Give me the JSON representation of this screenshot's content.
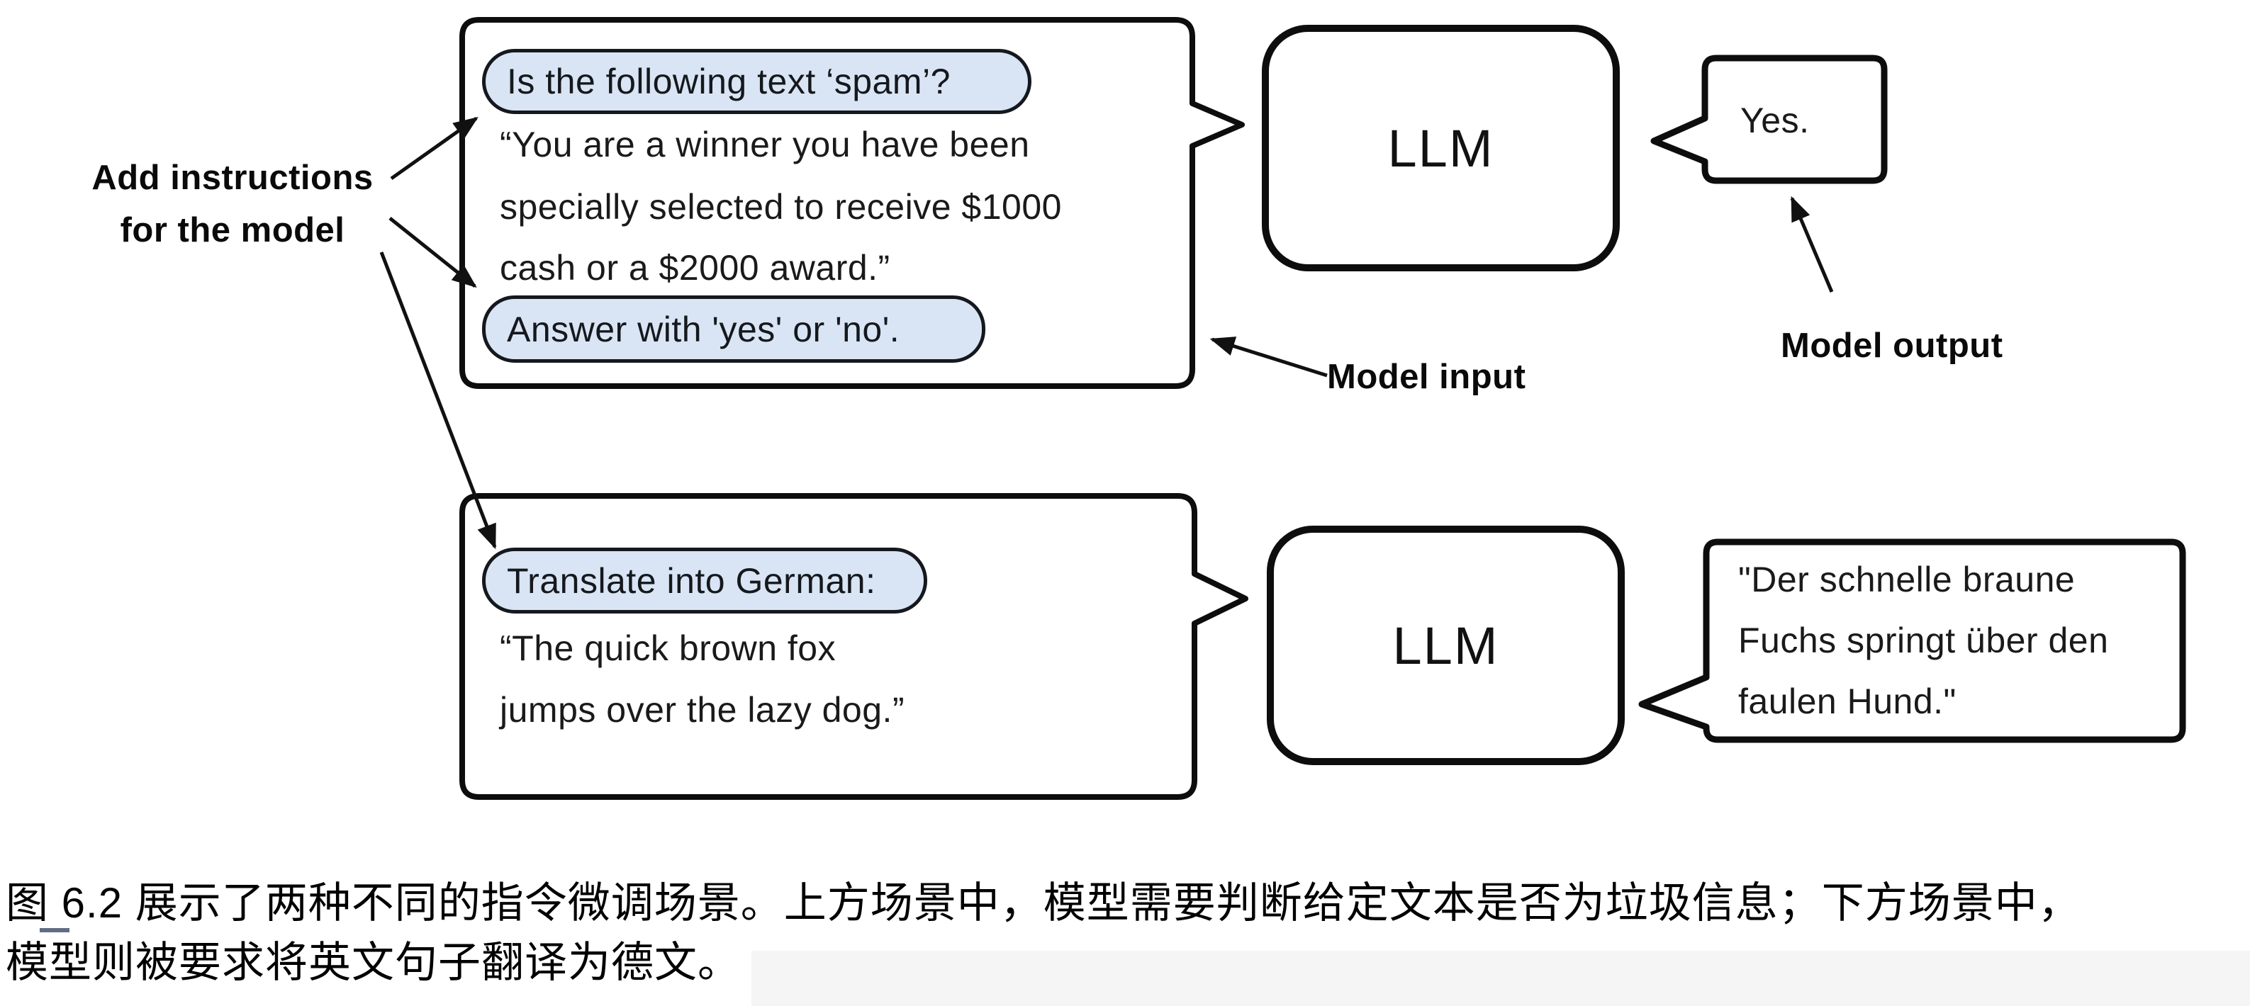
{
  "diagram": {
    "annotations": {
      "add_instructions_line1": "Add instructions",
      "add_instructions_line2": "for the model",
      "model_input": "Model input",
      "model_output": "Model output"
    },
    "top_scenario": {
      "instruction_pill_1": "Is the following text ‘spam’?",
      "body_lines": [
        "“You are a winner you have been",
        "specially selected to receive $1000",
        "cash or a $2000 award.”"
      ],
      "instruction_pill_2": "Answer with 'yes' or 'no'.",
      "llm_label": "LLM",
      "output_text": "Yes."
    },
    "bottom_scenario": {
      "instruction_pill": "Translate into German:",
      "body_lines": [
        "“The quick brown fox",
        "jumps over the lazy dog.”"
      ],
      "llm_label": "LLM",
      "output_lines": [
        "\"Der schnelle braune",
        "Fuchs springt über den",
        "faulen Hund.\""
      ]
    },
    "colors": {
      "pill_fill": "#d9e5f5",
      "pill_border": "#15181c",
      "shape_outline": "#0d0d0d",
      "arrow": "#111111",
      "text": "#1a1a1a"
    }
  },
  "caption": {
    "lines": [
      "图 6.2 展示了两种不同的指令微调场景。上方场景中，模型需要判断给定文本是否为垃圾信息；下方场景中，",
      "模型则被要求将英文句子翻译为德文。"
    ]
  }
}
